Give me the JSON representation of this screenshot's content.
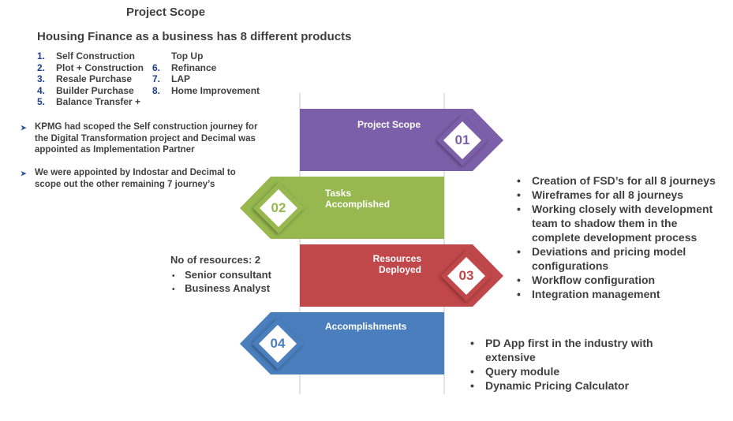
{
  "title": "Project Scope",
  "subtitle": "Housing Finance as a business has 8 different products",
  "products": [
    {
      "num": "1.",
      "label": "Self Construction"
    },
    {
      "num": "2.",
      "label": "Plot + Construction"
    },
    {
      "num": "3.",
      "label": "Resale Purchase"
    },
    {
      "num": "4.",
      "label": "Builder Purchase"
    },
    {
      "num": "5.",
      "label": "Balance Transfer +"
    },
    {
      "num": "",
      "label": "Top Up"
    },
    {
      "num": "6.",
      "label": "Refinance"
    },
    {
      "num": "7.",
      "label": "LAP"
    },
    {
      "num": "8.",
      "label": "Home Improvement"
    }
  ],
  "notes": [
    {
      "lines": [
        "KPMG had scoped the Self construction journey for",
        "the Digital Transformation project and Decimal was",
        "appointed as Implementation Partner"
      ]
    },
    {
      "lines": [
        "We were appointed by Indostar and Decimal to",
        "scope out the other remaining 7 journey’s"
      ]
    }
  ],
  "steps": [
    {
      "num": "01",
      "lines": [
        "Project Scope"
      ],
      "color": "#7b5fa8"
    },
    {
      "num": "02",
      "lines": [
        "Tasks",
        "Accomplished"
      ],
      "color": "#96b84f"
    },
    {
      "num": "03",
      "lines": [
        "Resources",
        "Deployed"
      ],
      "color": "#c0474a"
    },
    {
      "num": "04",
      "lines": [
        "Accomplishments"
      ],
      "color": "#4a7ebd"
    }
  ],
  "tasks": [
    {
      "lines": [
        "Creation of FSD’s for all 8 journeys"
      ]
    },
    {
      "lines": [
        "Wireframes for all 8 journeys"
      ]
    },
    {
      "lines": [
        "Working closely with development",
        "team to shadow them in the",
        "complete development process"
      ]
    },
    {
      "lines": [
        "Deviations and pricing model",
        "configurations"
      ]
    },
    {
      "lines": [
        "Workflow configuration"
      ]
    },
    {
      "lines": [
        "Integration management"
      ]
    }
  ],
  "resources": {
    "heading": "No of resources: 2",
    "items": [
      "Senior consultant",
      "Business Analyst"
    ]
  },
  "accomplishments": [
    {
      "lines": [
        "PD App first in the industry with",
        "extensive"
      ]
    },
    {
      "lines": [
        "Query module"
      ]
    },
    {
      "lines": [
        "Dynamic Pricing Calculator"
      ]
    }
  ],
  "bullet_char": "•",
  "arrow_char": "➤"
}
